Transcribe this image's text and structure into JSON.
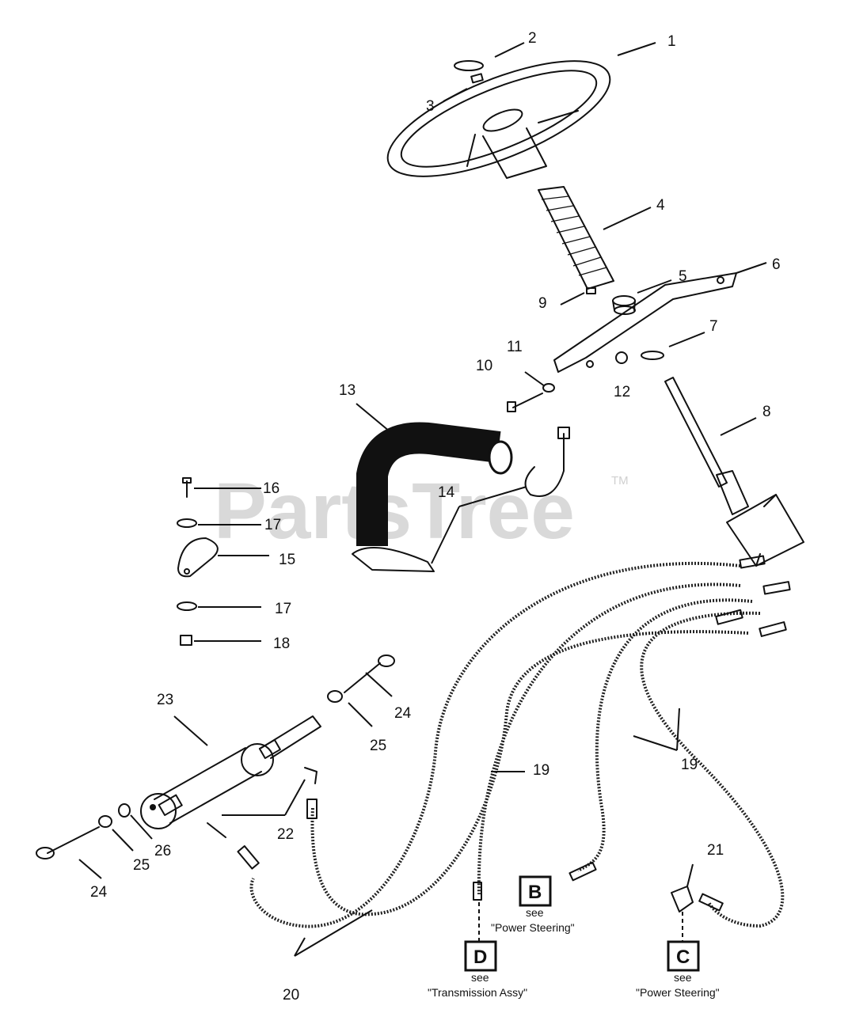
{
  "watermark": {
    "text": "PartsTree",
    "trademark": "TM"
  },
  "callouts": [
    {
      "id": "c1",
      "label": "1"
    },
    {
      "id": "c2",
      "label": "2"
    },
    {
      "id": "c3",
      "label": "3"
    },
    {
      "id": "c4",
      "label": "4"
    },
    {
      "id": "c5",
      "label": "5"
    },
    {
      "id": "c6",
      "label": "6"
    },
    {
      "id": "c7",
      "label": "7"
    },
    {
      "id": "c8",
      "label": "8"
    },
    {
      "id": "c9",
      "label": "9"
    },
    {
      "id": "c10",
      "label": "10"
    },
    {
      "id": "c11",
      "label": "11"
    },
    {
      "id": "c12",
      "label": "12"
    },
    {
      "id": "c13",
      "label": "13"
    },
    {
      "id": "c14",
      "label": "14"
    },
    {
      "id": "c15",
      "label": "15"
    },
    {
      "id": "c16",
      "label": "16"
    },
    {
      "id": "c17a",
      "label": "17"
    },
    {
      "id": "c17b",
      "label": "17"
    },
    {
      "id": "c18",
      "label": "18"
    },
    {
      "id": "c19a",
      "label": "19"
    },
    {
      "id": "c19b",
      "label": "19"
    },
    {
      "id": "c20",
      "label": "20"
    },
    {
      "id": "c21",
      "label": "21"
    },
    {
      "id": "c22",
      "label": "22"
    },
    {
      "id": "c23",
      "label": "23"
    },
    {
      "id": "c24a",
      "label": "24"
    },
    {
      "id": "c24b",
      "label": "24"
    },
    {
      "id": "c25a",
      "label": "25"
    },
    {
      "id": "c25b",
      "label": "25"
    },
    {
      "id": "c26",
      "label": "26"
    }
  ],
  "references": [
    {
      "letter": "B",
      "see": "see",
      "target": "\"Power Steering\""
    },
    {
      "letter": "D",
      "see": "see",
      "target": "\"Transmission Assy\""
    },
    {
      "letter": "C",
      "see": "see",
      "target": "\"Power Steering\""
    }
  ]
}
